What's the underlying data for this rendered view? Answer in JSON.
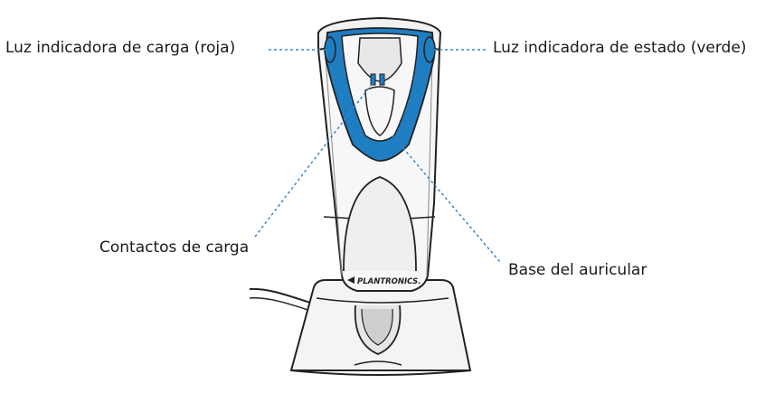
{
  "labels": {
    "charge_light": "Luz indicadora de carga (roja)",
    "status_light": "Luz indicadora de estado (verde)",
    "charge_contacts": "Contactos de carga",
    "headset_base": "Base del auricular"
  },
  "brand": {
    "logo_text": "PLANTRONICS."
  },
  "colors": {
    "accent_blue": "#1f7dc1",
    "leader_line": "#3a86c8",
    "outline": "#222222",
    "body_fill": "#f7f7f7"
  }
}
